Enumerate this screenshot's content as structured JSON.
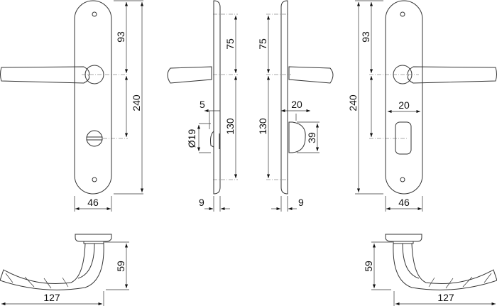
{
  "dimensions": {
    "front_left": {
      "upper": "93",
      "total": "240",
      "width": "46"
    },
    "side_left": {
      "upper": "75",
      "lower": "130",
      "offset": "5",
      "diameter": "Ø19",
      "thickness": "9"
    },
    "side_right": {
      "upper": "75",
      "lower": "130",
      "knob_depth": "20",
      "knob_height": "39",
      "thickness": "9"
    },
    "front_right": {
      "upper": "93",
      "total": "240",
      "knob_width": "20",
      "width": "46"
    },
    "top_left": {
      "height": "59",
      "length": "127"
    },
    "top_right": {
      "height": "59",
      "length": "127"
    }
  }
}
